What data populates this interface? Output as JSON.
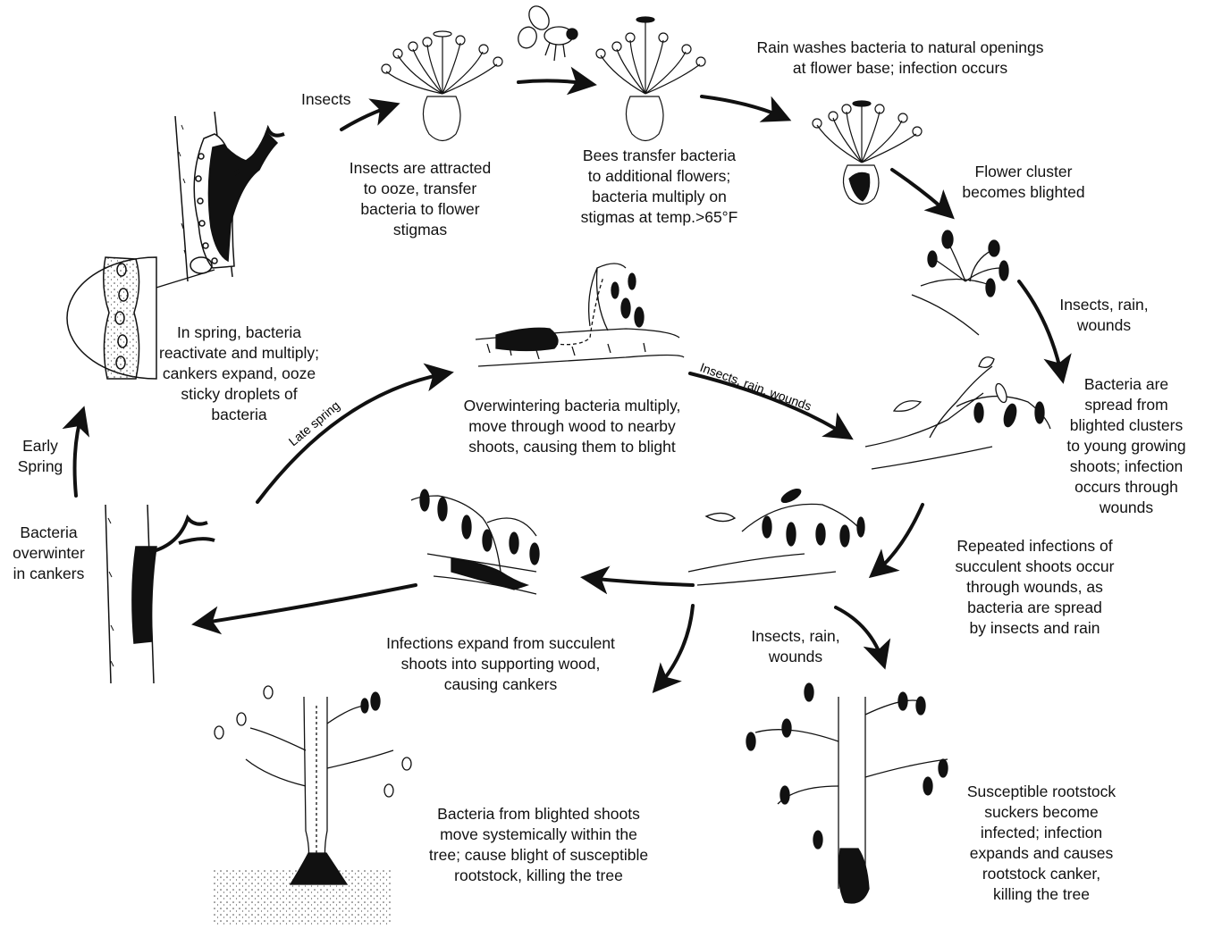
{
  "labels": {
    "insects": "Insects",
    "insects_attracted": "Insects are attracted\nto ooze, transfer\nbacteria to flower\nstigmas",
    "bees_transfer": "Bees transfer bacteria\nto additional flowers;\nbacteria multiply on\nstigmas at temp.>65°F",
    "rain_washes": "Rain washes bacteria to natural openings\nat flower base; infection occurs",
    "flower_cluster": "Flower cluster\nbecomes blighted",
    "insects_rain_wounds_1": "Insects, rain,\nwounds",
    "bacteria_spread": "Bacteria are\nspread from\nblighted clusters\nto young growing\nshoots; infection\noccurs through\nwounds",
    "spring_reactivate": "In spring, bacteria\nreactivate and multiply;\ncankers expand, ooze\nsticky droplets of\nbacteria",
    "overwintering_multiply": "Overwintering bacteria multiply,\nmove through wood to nearby\nshoots, causing them to blight",
    "insects_rain_wounds_diag": "Insects, rain, wounds",
    "late_spring": "Late spring",
    "early_spring": "Early\nSpring",
    "overwinter": "Bacteria\noverwinter\nin cankers",
    "repeated_infections": "Repeated infections of\nsucculent shoots occur\nthrough wounds, as\nbacteria are spread\nby insects and rain",
    "infections_expand": "Infections expand from succulent\nshoots into supporting wood,\ncausing cankers",
    "insects_rain_wounds_2": "Insects, rain,\nwounds",
    "systemic": "Bacteria from blighted shoots\nmove systemically within the\ntree; cause blight of susceptible\nrootstock, killing the tree",
    "rootstock": "Susceptible rootstock\nsuckers become\ninfected; infection\nexpands and causes\nrootstock canker,\nkilling the tree"
  }
}
